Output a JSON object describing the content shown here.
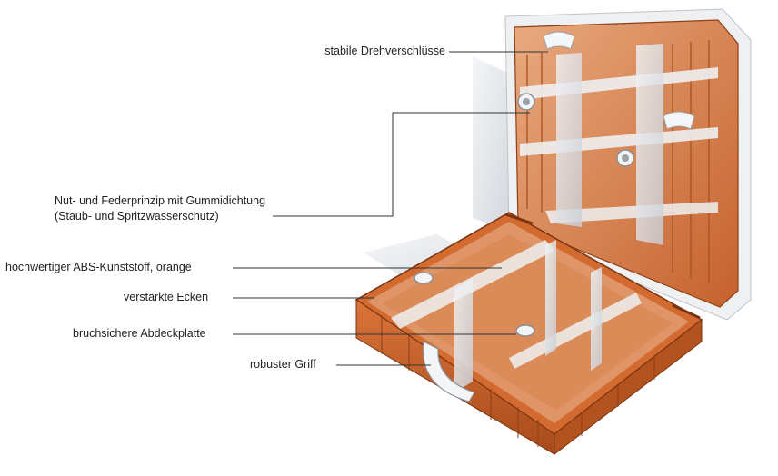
{
  "labels": {
    "drehverschluesse": "stabile Drehverschlüsse",
    "nut_feder_line1": "Nut- und Federprinzip mit Gummidichtung",
    "nut_feder_line2": "(Staub- und Spritzwasserschutz)",
    "abs": "hochwertiger ABS-Kunststoff, orange",
    "ecken": "verstärkte Ecken",
    "abdeckplatte": "bruchsichere Abdeckplatte",
    "griff": "robuster Griff"
  },
  "colors": {
    "case_orange": "#c9642a",
    "case_orange_dark": "#8f3f15",
    "case_orange_light": "#e49a67",
    "divider_grey": "#d9dde2",
    "leader_line": "#333333"
  }
}
